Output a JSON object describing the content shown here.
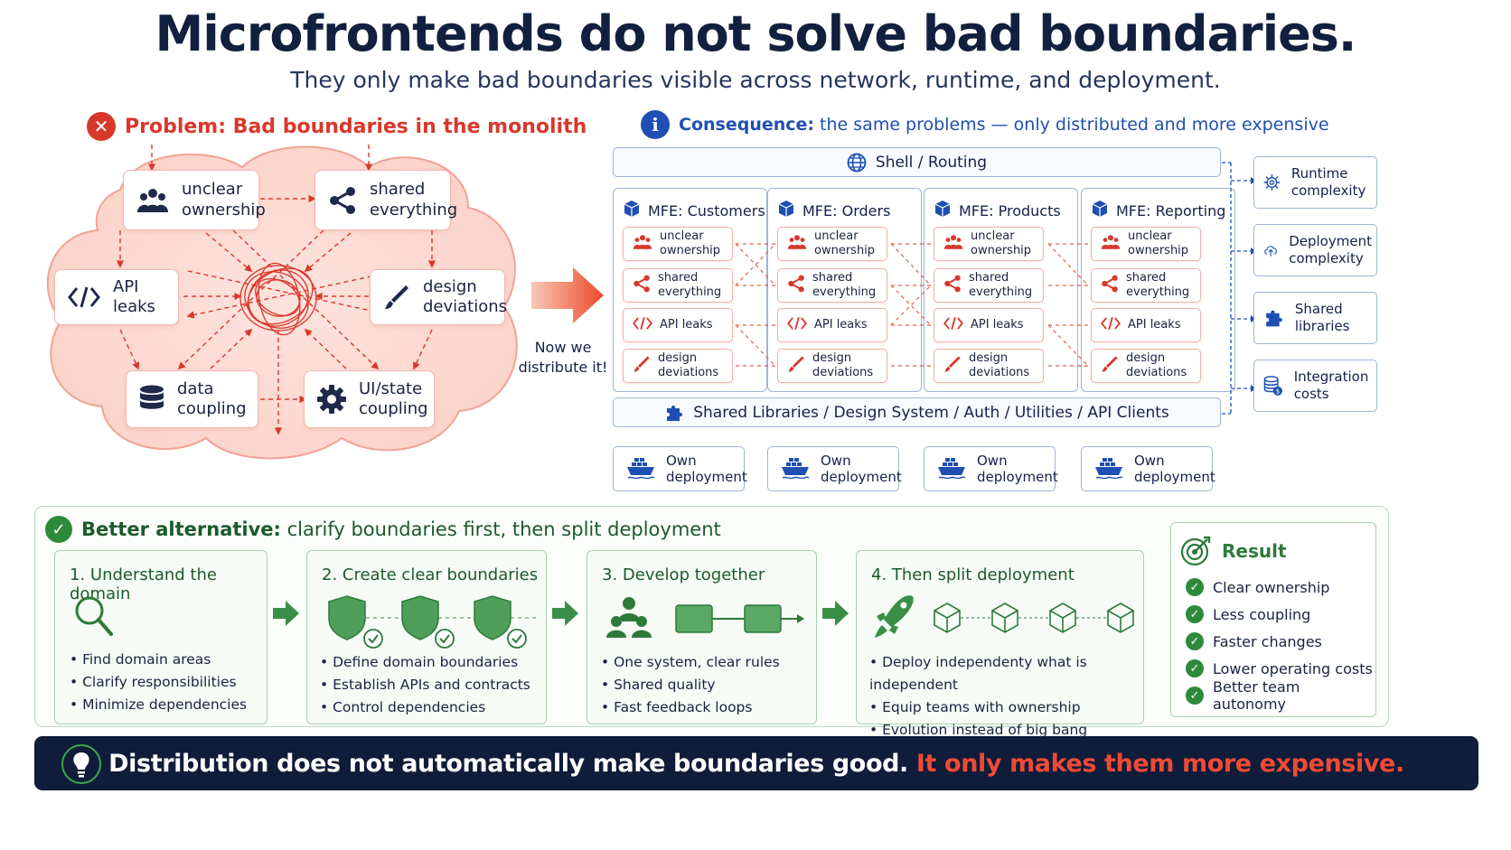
{
  "header": {
    "title": "Microfrontends do not solve bad boundaries.",
    "subtitle": "They only make bad boundaries visible across network, runtime, and deployment."
  },
  "problem": {
    "heading": "Problem: Bad boundaries in the monolith",
    "nodes": {
      "unclear_ownership": "unclear ownership",
      "shared_everything": "shared everything",
      "api_leaks": "API leaks",
      "design_deviations": "design deviations",
      "data_coupling": "data coupling",
      "ui_state_coupling": "UI/state coupling"
    }
  },
  "transition": {
    "label": "Now we distribute it!"
  },
  "consequence": {
    "heading_bold": "Consequence:",
    "heading_rest": " the same problems — only distributed and more expensive",
    "shell": "Shell / Routing",
    "shared_bar": "Shared Libraries / Design System / Auth / Utilities / API Clients",
    "mfes": [
      {
        "title": "MFE: Customers"
      },
      {
        "title": "MFE: Orders"
      },
      {
        "title": "MFE: Products"
      },
      {
        "title": "MFE: Reporting"
      }
    ],
    "chips": {
      "unclear": "unclear ownership",
      "shared": "shared everything",
      "api": "API leaks",
      "design": "design deviations"
    },
    "deployment_label": "Own deployment",
    "side_effects": [
      {
        "label": "Runtime complexity",
        "icon": "gear-icon"
      },
      {
        "label": "Deployment complexity",
        "icon": "cloud-upload-icon"
      },
      {
        "label": "Shared libraries",
        "icon": "puzzle-icon"
      },
      {
        "label": "Integration costs",
        "icon": "coins-icon"
      }
    ]
  },
  "alternative": {
    "heading_bold": "Better alternative:",
    "heading_rest": " clarify boundaries first, then split deployment",
    "steps": [
      {
        "title": "1. Understand the domain",
        "bullets": [
          "Find domain areas",
          "Clarify responsibilities",
          "Minimize dependencies"
        ]
      },
      {
        "title": "2. Create clear boundaries",
        "bullets": [
          "Define domain boundaries",
          "Establish APIs and contracts",
          "Control dependencies"
        ]
      },
      {
        "title": "3. Develop together",
        "bullets": [
          "One system, clear rules",
          "Shared quality",
          "Fast feedback loops"
        ]
      },
      {
        "title": "4. Then split deployment",
        "bullets": [
          "Deploy independenty what is independent",
          "Equip teams with ownership",
          "Evolution instead of big bang"
        ]
      }
    ],
    "result": {
      "title": "Result",
      "items": [
        "Clear ownership",
        "Less coupling",
        "Faster changes",
        "Lower operating costs",
        "Better team autonomy"
      ]
    }
  },
  "footer": {
    "text_main": "Distribution does not automatically make boundaries good.",
    "text_highlight": " It only makes them more expensive."
  },
  "colors": {
    "red": "#d8382c",
    "blue": "#1f4fb3",
    "green": "#2d8a3b",
    "navy": "#0f1c3a"
  }
}
